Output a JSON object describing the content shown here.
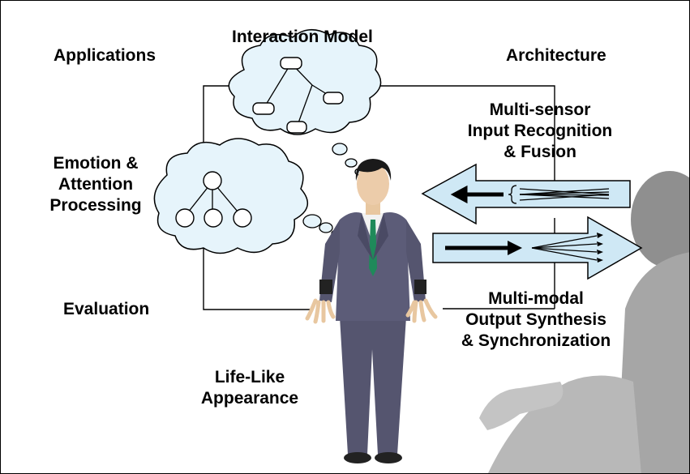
{
  "labels": {
    "interaction_model": "Interaction Model",
    "applications": "Applications",
    "architecture": "Architecture",
    "input_line1": "Multi-sensor",
    "input_line2": "Input Recognition",
    "input_line3": "& Fusion",
    "emotion_line1": "Emotion &",
    "emotion_line2": "Attention",
    "emotion_line3": "Processing",
    "evaluation": "Evaluation",
    "output_line1": "Multi-modal",
    "output_line2": "Output Synthesis",
    "output_line3": "& Synchronization",
    "appearance_line1": "Life-Like",
    "appearance_line2": "Appearance"
  },
  "icons": {
    "cloud_top": "thought-cloud-graph-icon",
    "cloud_left": "thought-cloud-tree-icon",
    "agent": "virtual-human-figure",
    "observer": "observer-silhouette"
  },
  "colors": {
    "cloud_fill": "#e6f4fb",
    "arrow_fill": "#cfe8f5",
    "suit": "#5c5c78",
    "tie": "#1f8a5a",
    "observer": "#9a9a9a"
  }
}
